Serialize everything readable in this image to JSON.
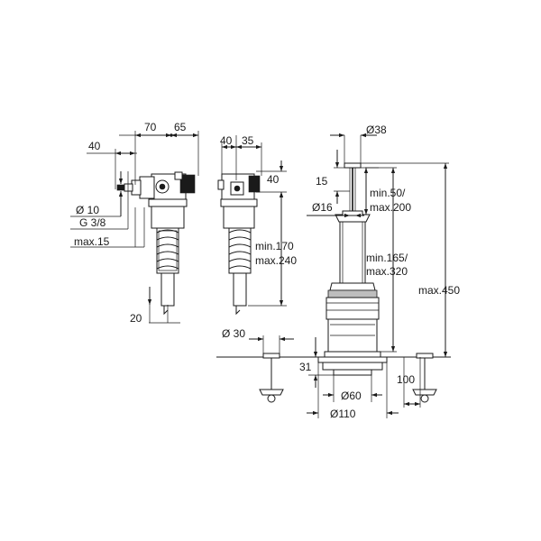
{
  "labels": {
    "left_70": "70",
    "left_65": "65",
    "left_40": "40",
    "left_d10": "Ø 10",
    "left_g38": "G 3/8",
    "left_max15": "max.15",
    "left_20": "20",
    "mid_40": "40",
    "mid_35": "35",
    "mid_40_side": "40",
    "mid_min170": "min.170",
    "mid_max240": "max.240",
    "right_d38": "Ø38",
    "right_15": "15",
    "right_d16": "Ø16",
    "right_min50": "min.50/",
    "right_max200": "max.200",
    "right_min165": "min.165/",
    "right_max320": "max.320",
    "right_max450": "max.450",
    "right_d30": "Ø 30",
    "right_31": "31",
    "right_100": "100",
    "right_d60": "Ø60",
    "right_d110": "Ø110"
  }
}
